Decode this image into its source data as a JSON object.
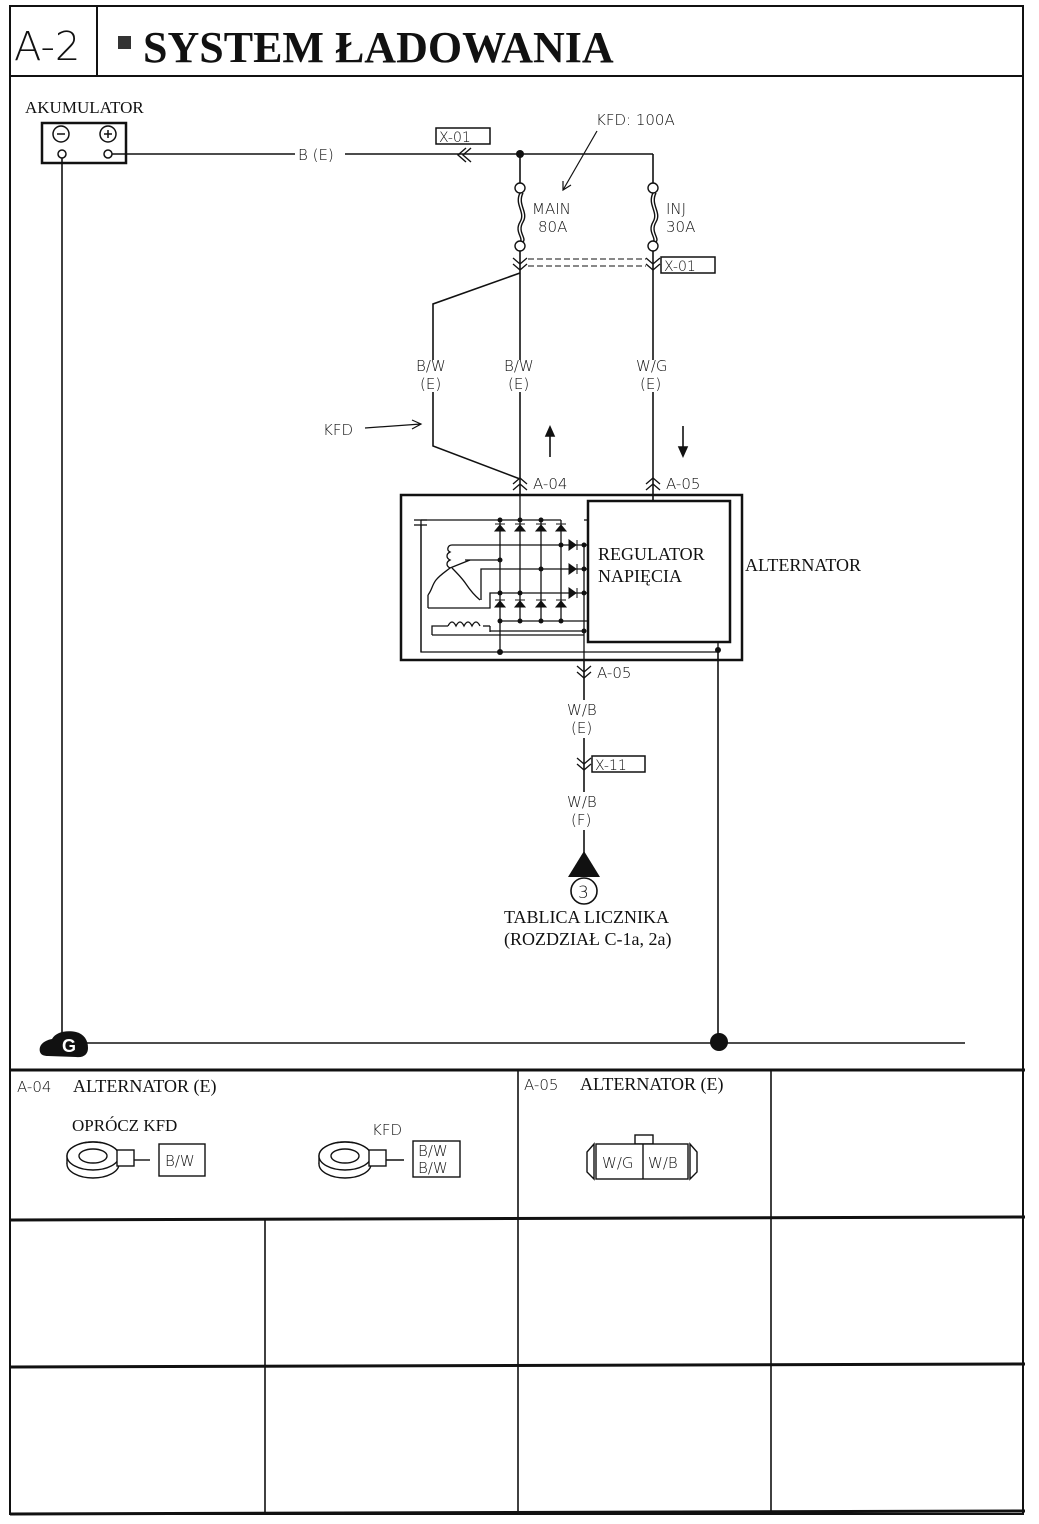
{
  "header": {
    "section_code": "A-2",
    "title": "SYSTEM ŁADOWANIA"
  },
  "battery": {
    "label": "AKUMULATOR",
    "negative_symbol": "−",
    "positive_symbol": "+"
  },
  "wires": {
    "battery_main": "B (E)",
    "kfd_left": {
      "color": "B/W",
      "harness": "(E)"
    },
    "main_center": {
      "color": "B/W",
      "harness": "(E)"
    },
    "inj_right": {
      "color": "W/G",
      "harness": "(E)"
    },
    "reg_out_e": {
      "color": "W/B",
      "harness": "(E)"
    },
    "reg_out_f": {
      "color": "W/B",
      "harness": "(F)"
    }
  },
  "connectors": {
    "x01_top": "X-01",
    "x01_mid": "X-01",
    "a04": "A-04",
    "a05_top": "A-05",
    "a05_bottom": "A-05",
    "x11": "X-11"
  },
  "fuses": {
    "kfd_note": "KFD: 100A",
    "main": {
      "name": "MAIN",
      "rating": "80A"
    },
    "inj": {
      "name": "INJ",
      "rating": "30A"
    }
  },
  "annotations": {
    "kfd_arrow_label": "KFD",
    "arrow_up": "current-up",
    "arrow_down": "current-down"
  },
  "alternator": {
    "label": "ALTERNATOR",
    "regulator_line1": "REGULATOR",
    "regulator_line2": "NAPIĘCIA"
  },
  "destination": {
    "ref_number": "3",
    "label_line1": "TABLICA LICZNIKA",
    "label_line2": "(ROZDZIAŁ C-1a, 2a)"
  },
  "ground": {
    "symbol": "G"
  },
  "connector_views": [
    {
      "code": "A-04",
      "title": "ALTERNATOR (E)",
      "variants": [
        {
          "label": "OPRÓCZ KFD",
          "pins": [
            "B/W"
          ]
        },
        {
          "label": "KFD",
          "pins": [
            "B/W",
            "B/W"
          ]
        }
      ]
    },
    {
      "code": "A-05",
      "title": "ALTERNATOR (E)",
      "pins": [
        "W/G",
        "W/B"
      ]
    }
  ]
}
